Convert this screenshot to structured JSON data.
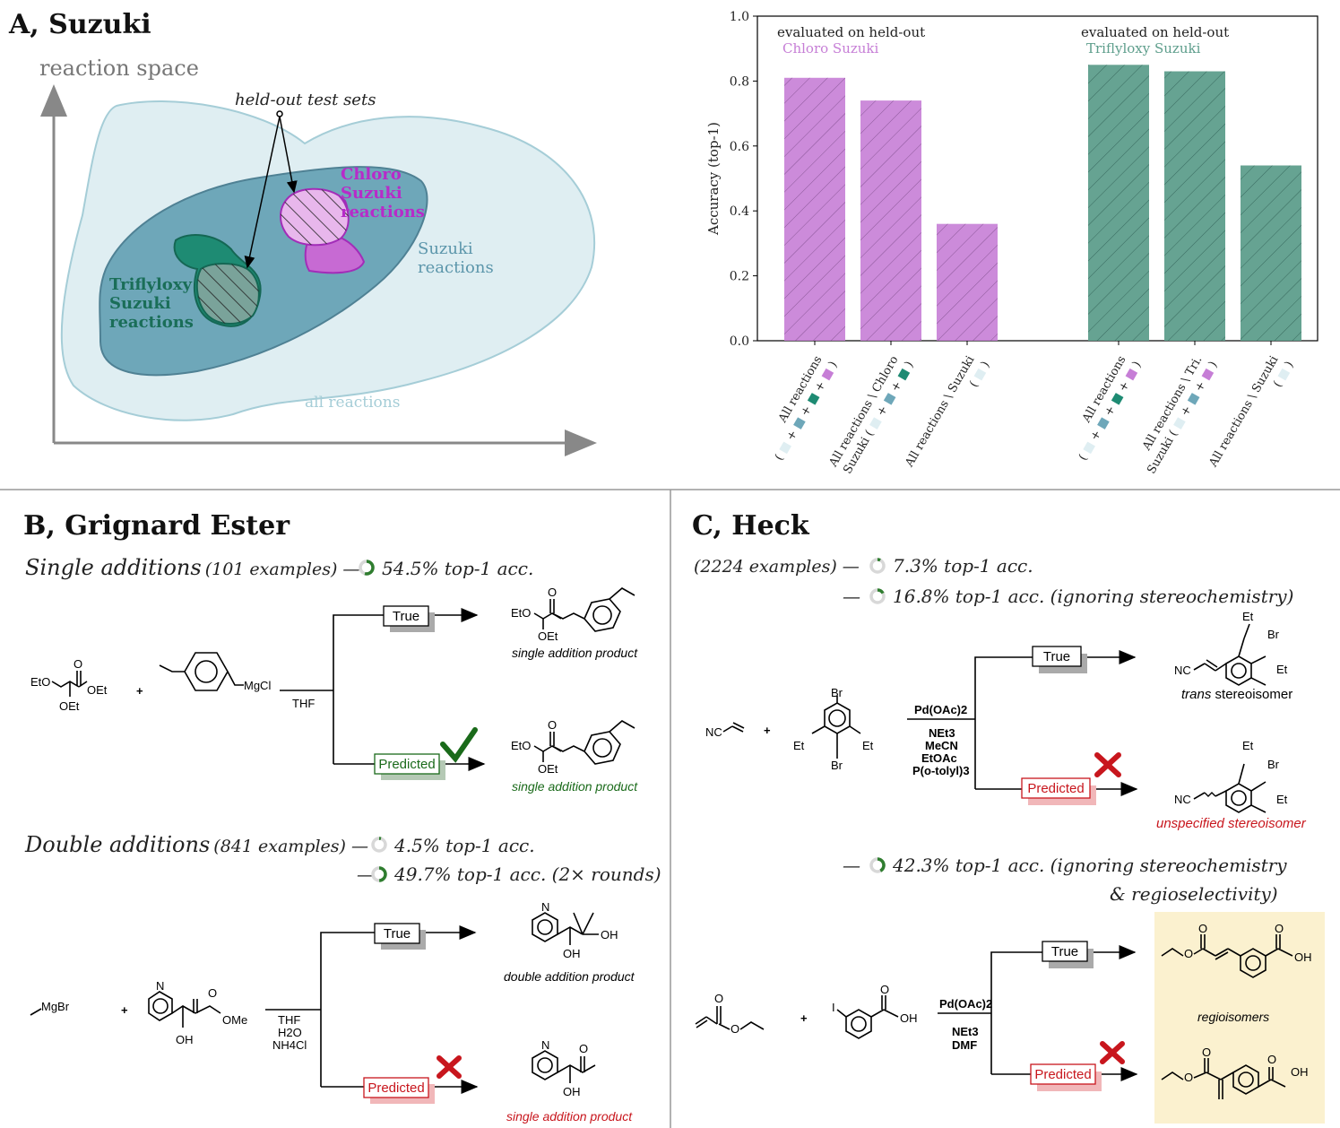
{
  "panels": {
    "a": {
      "title": "A, Suzuki",
      "axis_label": "reaction space",
      "callout": "held-out test sets",
      "regions": {
        "chloro": [
          "Chloro",
          "Suzuki",
          "reactions"
        ],
        "triflyloxy": [
          "Triflyloxy",
          "Suzuki",
          "reactions"
        ],
        "suzuki": [
          "Suzuki",
          "reactions"
        ],
        "all": "all reactions"
      }
    },
    "b": {
      "title": "B, Grignard Ester",
      "single": {
        "label": "Single additions",
        "count": "(101 examples)",
        "acc": "54.5% top-1 acc.",
        "frac": 0.545
      },
      "double": {
        "label": "Double additions",
        "count": "(841 examples)",
        "acc": "4.5% top-1 acc.",
        "frac": 0.045,
        "acc2": "49.7% top-1 acc. (2× rounds)",
        "frac2": 0.497
      },
      "cond1": "THF",
      "cond2": [
        "THF",
        "H2O",
        "NH4Cl"
      ],
      "true_label": "True",
      "pred_label": "Predicted",
      "prod1": "single addition product",
      "prod1p": "single addition product",
      "prod2": "double addition product",
      "prod2p": "single addition product",
      "chem": {
        "EtO": "EtO",
        "OEt": "OEt",
        "O": "O",
        "MgCl": "MgCl",
        "MgBr": "MgBr",
        "OMe": "OMe",
        "OH": "OH",
        "N": "N"
      }
    },
    "c": {
      "title": "C, Heck",
      "count": "(2224 examples)",
      "acc1": "7.3% top-1 acc.",
      "frac1": 0.073,
      "acc2": "16.8% top-1 acc. (ignoring stereochemistry)",
      "frac2": 0.168,
      "acc3a": "42.3% top-1 acc. (ignoring stereochemistry",
      "acc3b": "& regioselectivity)",
      "frac3": 0.423,
      "cond1": [
        "Pd(OAc)2",
        "NEt3",
        "MeCN",
        "EtOAc",
        "P(o-tolyl)3"
      ],
      "cond2": [
        "Pd(OAc)2",
        "NEt3",
        "DMF"
      ],
      "true_label": "True",
      "pred_label": "Predicted",
      "prod_true": "trans stereoisomer",
      "prod_pred": "unspecified stereoisomer",
      "regio": "regioisomers",
      "chem": {
        "Br": "Br",
        "Et": "Et",
        "NC": "NC",
        "I": "I",
        "OH": "OH",
        "O": "O"
      }
    }
  },
  "colors": {
    "chloro": "#c67ed6",
    "triflyloxy": "#5e9e8c",
    "suzuki_dark": "#4f90a8",
    "all_light": "#dfeef2",
    "true_green": "#1a6a1a",
    "pred_red": "#c8161d",
    "highlight": "#fbf1cf"
  },
  "chart_data": {
    "type": "bar",
    "ylabel": "Accuracy (top-1)",
    "ylim": [
      0,
      1.0
    ],
    "yticks": [
      "0.0",
      "0.2",
      "0.4",
      "0.6",
      "0.8",
      "1.0"
    ],
    "groups": [
      {
        "name_line1": "evaluated on held-out",
        "name_line2": "Chloro Suzuki",
        "color": "#c67ed6",
        "categories": [
          [
            "All reactions",
            "( ■ + ■ + ■ + ■ )"
          ],
          [
            "All reactions \\ Chloro",
            "Suzuki ( ■ + ■ + ■ )"
          ],
          [
            "All reactions \\ Suzuki",
            "( ■ )"
          ]
        ],
        "values": [
          0.81,
          0.74,
          0.36
        ]
      },
      {
        "name_line1": "evaluated on held-out",
        "name_line2": "Triflyloxy Suzuki",
        "color": "#5e9e8c",
        "categories": [
          [
            "All reactions",
            "( ■ + ■ + ■ + ■ )"
          ],
          [
            "All reactions \\ Tri.",
            "Suzuki ( ■ + ■ + ■ )"
          ],
          [
            "All reactions \\ Suzuki",
            "( ■ )"
          ]
        ],
        "values": [
          0.85,
          0.83,
          0.54
        ]
      }
    ]
  }
}
